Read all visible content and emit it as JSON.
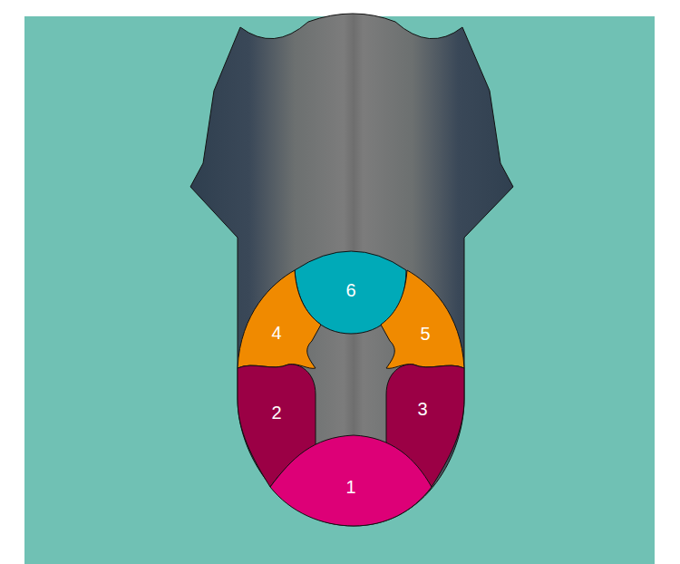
{
  "diagram": {
    "nodes": [
      {
        "text": [
          "6"
        ]
      },
      {
        "text": [
          "4"
        ]
      },
      {
        "text": [
          "5"
        ]
      },
      {
        "text": [
          "2"
        ]
      },
      {
        "text": [
          "3"
        ]
      },
      {
        "text": [
          "1"
        ]
      }
    ]
  }
}
